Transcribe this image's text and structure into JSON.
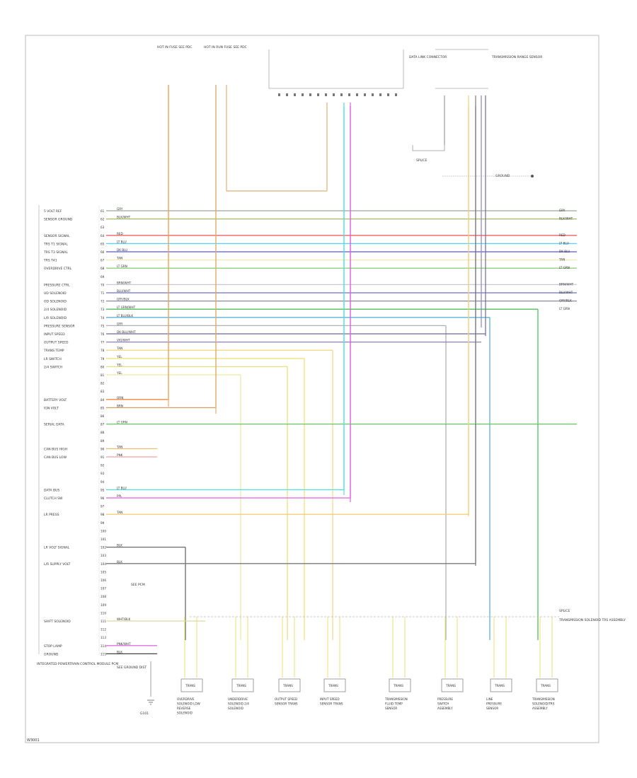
{
  "page": {
    "footer_code": "W3001"
  },
  "frame": {
    "bottom_left_label": "INTEGRATED POWERTRAIN CONTROL MODULE PCM"
  },
  "top_components": [
    {
      "id": "hot_at_all_times",
      "label": "HOT IN FUSE SEE PDC",
      "wire_color": "#f2a65a"
    },
    {
      "id": "hot_in_run",
      "label": "HOT IN RUN FUSE SEE PDC",
      "wire_color": "#e0b070"
    },
    {
      "id": "ecm_connector",
      "label": "DATA LINK CONNECTOR"
    },
    {
      "id": "trs_sensor",
      "label": "TRANSMISSION RANGE SENSOR"
    }
  ],
  "mid_components": [
    {
      "id": "trans_splice",
      "label": "SPLICE"
    },
    {
      "id": "ground_ref",
      "label": "GROUND"
    }
  ],
  "pcm_labels": [
    "5 VOLT REF",
    "SENSOR GROUND",
    "",
    "SENSOR SIGNAL",
    "TRS T1 SIGNAL",
    "TRS T3 SIGNAL",
    "TRS T41",
    "OVERDRIVE CTRL",
    "",
    "PRESSURE CTRL",
    "UD SOLENOID",
    "OD SOLENOID",
    "2/4 SOLENOID",
    "L/R SOLENOID",
    "PRESSURE SENSOR",
    "INPUT SPEED",
    "OUTPUT SPEED",
    "TRANS TEMP",
    "LR SWITCH",
    "2/4 SWITCH",
    "",
    "",
    "",
    "BATTERY VOLT",
    "IGN VOLT",
    "",
    "SERIAL DATA",
    "",
    "",
    "CAN BUS HIGH",
    "CAN BUS LOW",
    "",
    "",
    "",
    "DATA BUS",
    "CLUTCH SW",
    "",
    "LR PRESS",
    "",
    "",
    "",
    "LR VOLT SIGNAL",
    "",
    "L/R SUPPLY VOLT",
    "",
    "",
    "",
    "",
    "",
    "",
    "SHIFT SOLENOID",
    "",
    "",
    "STOP LAMP",
    "GROUND"
  ],
  "pin_numbers": [
    "61",
    "62",
    "63",
    "64",
    "65",
    "66",
    "67",
    "68",
    "69",
    "70",
    "71",
    "72",
    "73",
    "74",
    "75",
    "76",
    "77",
    "78",
    "79",
    "80",
    "81",
    "82",
    "83",
    "84",
    "85",
    "86",
    "87",
    "88",
    "89",
    "90",
    "91",
    "92",
    "93",
    "94",
    "95",
    "96",
    "97",
    "98",
    "99",
    "100",
    "101",
    "102",
    "103",
    "104",
    "105",
    "106",
    "107",
    "108",
    "109",
    "110",
    "111",
    "112",
    "113",
    "114",
    "115"
  ],
  "wires": [
    {
      "name": "5v-ref",
      "color": "#9aa89a",
      "label": "GRY"
    },
    {
      "name": "sensor-ground",
      "color": "#9fbf57",
      "label": "BLK/WHT"
    },
    {
      "name": "sensor-signal",
      "color": "#f06060",
      "label": "RED"
    },
    {
      "name": "trs-t1",
      "color": "#4fd6ff",
      "label": "LT BLU"
    },
    {
      "name": "trs-t3",
      "color": "#5858e0",
      "label": "DK BLU"
    },
    {
      "name": "trs-t41",
      "color": "#f4e9b0",
      "label": "TAN"
    },
    {
      "name": "od-ctrl",
      "color": "#8fd17a",
      "label": "LT GRN"
    },
    {
      "name": "press-ctrl",
      "color": "#c8c8d8",
      "label": "BRN/WHT"
    },
    {
      "name": "ud-sol",
      "color": "#7070c8",
      "label": "BLU/WHT"
    },
    {
      "name": "od-sol",
      "color": "#8a8aa8",
      "label": "GRY/BLK"
    },
    {
      "name": "2-4-sol",
      "color": "#4fbf5c",
      "label": "LT GRN/WHT"
    },
    {
      "name": "lr-sol",
      "color": "#5fb0d8",
      "label": "LT BLU/BLK"
    },
    {
      "name": "press-sensor",
      "color": "#b0b0b0",
      "label": "GRY"
    },
    {
      "name": "input-speed",
      "color": "#6a6a9a",
      "label": "DK BLU/WHT"
    },
    {
      "name": "output-speed",
      "color": "#9080c0",
      "label": "VIO/WHT"
    },
    {
      "name": "trans-temp",
      "color": "#f3d88a",
      "label": "TAN"
    },
    {
      "name": "lr-switch",
      "color": "#f2e27a",
      "label": "YEL"
    },
    {
      "name": "2-4-switch",
      "color": "#e7e07f",
      "label": "YEL"
    },
    {
      "name": "lr-switch-2",
      "color": "#ececa0",
      "label": "YEL"
    },
    {
      "name": "ign-volt",
      "color": "#f28a3a",
      "label": "ORN"
    },
    {
      "name": "batt-volt",
      "color": "#d7a060",
      "label": "BRN"
    },
    {
      "name": "serial-data",
      "color": "#5fd05f",
      "label": "LT GRN"
    },
    {
      "name": "can-high",
      "color": "#eec070",
      "label": "TAN"
    },
    {
      "name": "can-low",
      "color": "#f0a0a0",
      "label": "PNK"
    },
    {
      "name": "data-bus",
      "color": "#4fe0e0",
      "label": "LT BLU"
    },
    {
      "name": "clutch-sw",
      "color": "#e060e0",
      "label": "PPL"
    },
    {
      "name": "lr-press",
      "color": "#f2cf7a",
      "label": "TAN"
    },
    {
      "name": "lr-volt",
      "color": "#6a6a6a",
      "label": "BLK"
    },
    {
      "name": "lr-supply",
      "color": "#7a7a7a",
      "label": "BLK"
    },
    {
      "name": "shift-sol",
      "color": "#d9d9a0",
      "label": "WHT/BLK"
    },
    {
      "name": "stop-lamp",
      "color": "#e070e0",
      "label": "PNK/WHT"
    },
    {
      "name": "ground",
      "color": "#444444",
      "label": "BLK"
    }
  ],
  "right_labels": [
    "GRY",
    "BLK/WHT",
    "RED",
    "LT BLU",
    "DK BLU",
    "TAN",
    "LT GRN",
    "BRN/WHT",
    "BLU/WHT",
    "GRY/BLK",
    "LT GRN"
  ],
  "bottom_components": [
    {
      "label": "OVERDRIVE SOLENOID LOW REVERSE SOLENOID",
      "sub": "TRANS"
    },
    {
      "label": "UNDERDRIVE SOLENOID 2/4 SOLENOID",
      "sub": "TRANS"
    },
    {
      "label": "OUTPUT SPEED SENSOR TRANS",
      "sub": "TRANS"
    },
    {
      "label": "INPUT SPEED SENSOR TRANS",
      "sub": "TRANS"
    },
    {
      "label": "TRANSMISSION FLUID TEMP SENSOR",
      "sub": "TRANS"
    },
    {
      "label": "PRESSURE SWITCH ASSEMBLY",
      "sub": "TRANS"
    },
    {
      "label": "LINE PRESSURE SENSOR",
      "sub": "TRANS"
    },
    {
      "label": "TRANSMISSION SOLENOID/TRS ASSEMBLY",
      "sub": "TRANS"
    }
  ],
  "misc_labels": {
    "splice_left": "SPLICE",
    "splice_right": "SPLICE",
    "ground_label": "GROUND",
    "ground_left": "G101",
    "dlc_pins": "16",
    "note_pcm": "SEE PCM",
    "note_see": "SEE GROUND DIST",
    "right_note": "TRANSMISSION SOLENOID TRS ASSEMBLY"
  }
}
